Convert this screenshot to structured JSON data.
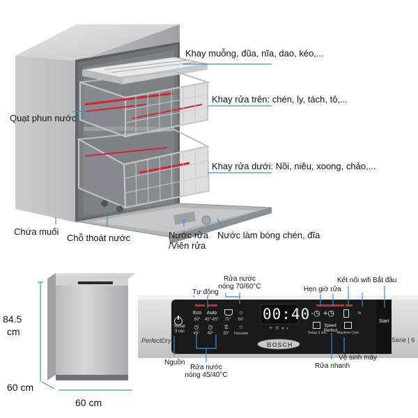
{
  "top_diagram": {
    "labels": {
      "cutlery_tray": "Khay muỗng, đũa, nĩa, dao, kéo,...",
      "upper_rack": "Khay rửa trên: chén, ly, tách, tô,...",
      "spray_arm": "Quạt phun nước",
      "lower_rack": "Khay rửa dưới: Nồi, niêu, xoong, chảo,...",
      "salt_container": "Chứa muối",
      "drain": "Chỗ thoát nước",
      "detergent_line1": "Nước rửa",
      "detergent_line2": "/Viên rửa",
      "rinse_aid": "Nước làm bóng chén, đĩa"
    }
  },
  "dimensions": {
    "height_value": "84.5",
    "height_unit": "cm",
    "depth": "60 cm",
    "width": "60 cm"
  },
  "control_panel": {
    "brand": "BOSCH",
    "series_label": "Serie | 6",
    "perfect_dry": "PerfectDry",
    "display_time": "00:40",
    "buttons": {
      "power_sub": "Reset\n3 sec",
      "eco": "Eco",
      "eco_temp": "50°",
      "auto": "Auto",
      "auto_temp": "45°-65°",
      "intensive_temp": "70°",
      "auto60_temp": "60°",
      "quick45": "45°",
      "quick40": "40°",
      "glass_temp": "50°",
      "favourite": "Favourite",
      "setup": "Setup 3 sec.",
      "speed_perfect_1": "Speed",
      "speed_perfect_2": "Perfect",
      "machine_care": "Machine Care",
      "start": "Start"
    },
    "callouts": {
      "auto_program": "Tự động",
      "hot_wash_1": "Rửa nước",
      "hot_wash_2": "nóng 70/60°C",
      "timer": "Hẹn giờ rửa",
      "wifi": "Kết nối wifi",
      "start": "Bắt đầu",
      "power": "Nguồn",
      "warm_wash_1": "Rửa nước",
      "warm_wash_2": "nóng 45/40°C",
      "quick_wash": "Rửa nhanh",
      "machine_clean": "Vệ sinh máy"
    }
  },
  "colors": {
    "callout_line": "#3a8fd8",
    "steel_light": "#d4d6d8",
    "steel_dark": "#8d9296",
    "panel_black": "#1a1a1a",
    "accent_red": "#d8232a"
  }
}
